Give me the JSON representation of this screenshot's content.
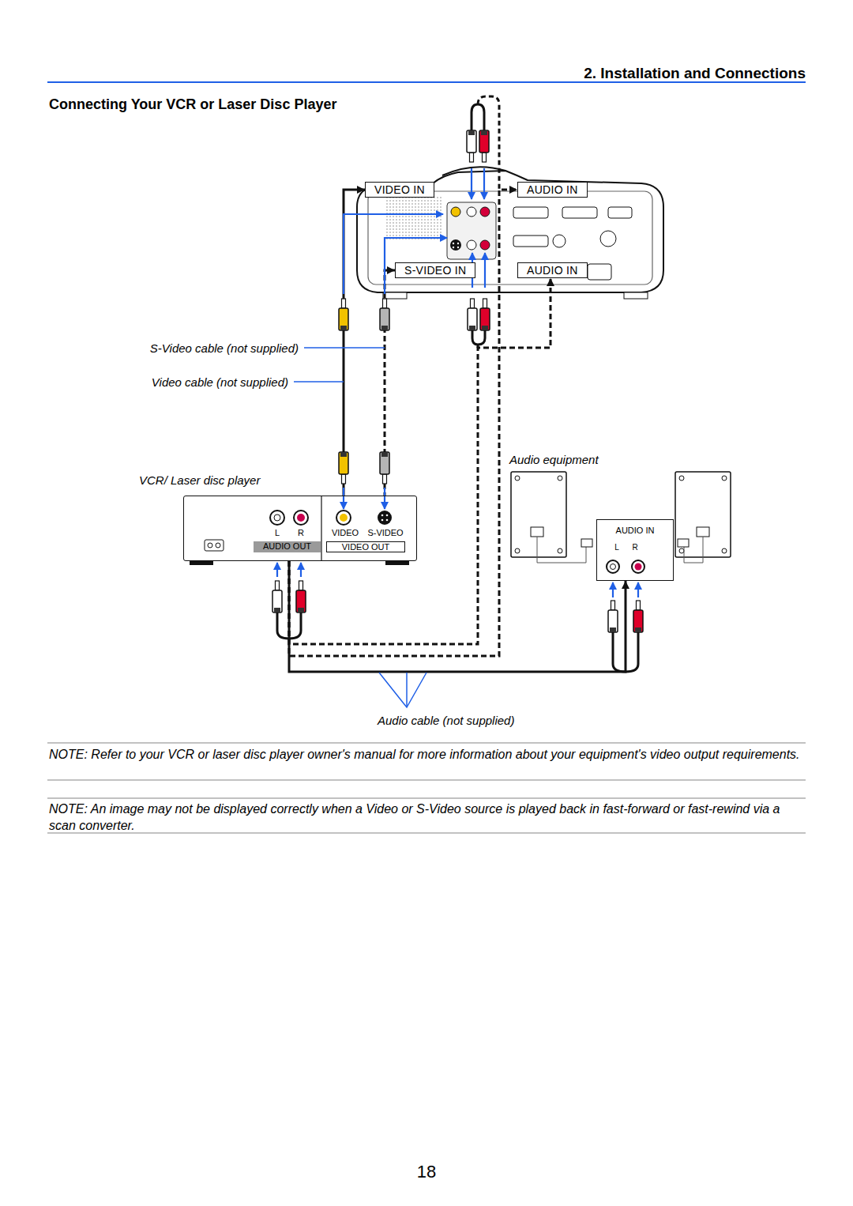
{
  "diagram": {
    "title": "Connecting Your VCR or Laser Disc Player",
    "nodes": [
      {
        "text": [
          "VIDEO IN"
        ]
      },
      {
        "text": [
          "AUDIO IN"
        ]
      },
      {
        "text": [
          "S-VIDEO IN"
        ]
      },
      {
        "text": [
          "AUDIO IN"
        ]
      },
      {
        "text": [
          "VCR/ Laser disc player"
        ]
      },
      {
        "text": [
          "AUDIO OUT"
        ],
        "in": 4
      },
      {
        "text": [
          "VIDEO OUT"
        ],
        "in": 4
      },
      {
        "text": [
          "AUDIO IN"
        ]
      }
    ],
    "edges": [
      {
        "from": 6,
        "to": 0,
        "arrow": "to"
      },
      {
        "from": 6,
        "to": 2,
        "arrow": "to"
      },
      {
        "from": 5,
        "to": 1,
        "arrow": "to"
      },
      {
        "from": 5,
        "to": 3,
        "arrow": "to"
      },
      {
        "from": 5,
        "to": 7,
        "arrow": "to"
      }
    ],
    "labels": [
      "2. Installation and Connections",
      "S-Video cable (not supplied)",
      "Video cable (not supplied)",
      "L",
      "R",
      "VIDEO",
      "S-VIDEO",
      "Audio equipment",
      "L",
      "R",
      "Audio cable (not supplied)",
      "NOTE: Refer to your VCR or laser disc player owner's manual for more information about your equipment's video output requirements.",
      "NOTE: An image may not be displayed correctly when a Video or S-Video source is played back in fast-forward or fast-rewind via a scan converter.",
      "18"
    ]
  }
}
